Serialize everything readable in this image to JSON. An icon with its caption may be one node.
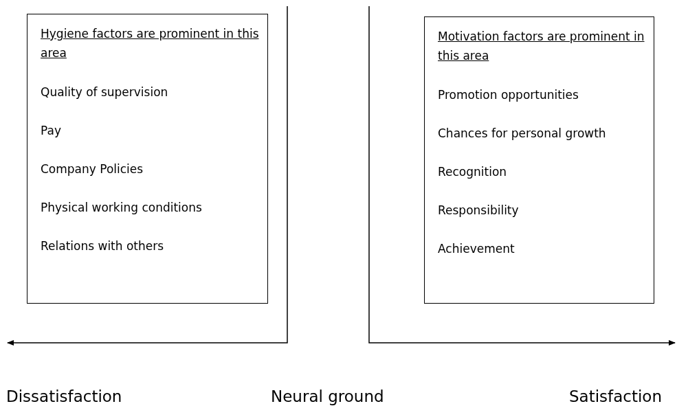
{
  "diagram": {
    "nodes": [
      {
        "text": [
          "Hygiene factors are prominent in this area",
          "Quality of supervision",
          "Pay",
          "Company Policies",
          "Physical working conditions",
          "Relations with others"
        ]
      },
      {
        "text": [
          "Motivation factors are prominent in this area",
          "Promotion opportunities",
          "Chances for personal growth",
          "Recognition",
          "Responsibility",
          "Achievement"
        ]
      }
    ],
    "labels": [
      "Dissatisfaction",
      "Neural ground",
      "Satisfaction"
    ]
  }
}
